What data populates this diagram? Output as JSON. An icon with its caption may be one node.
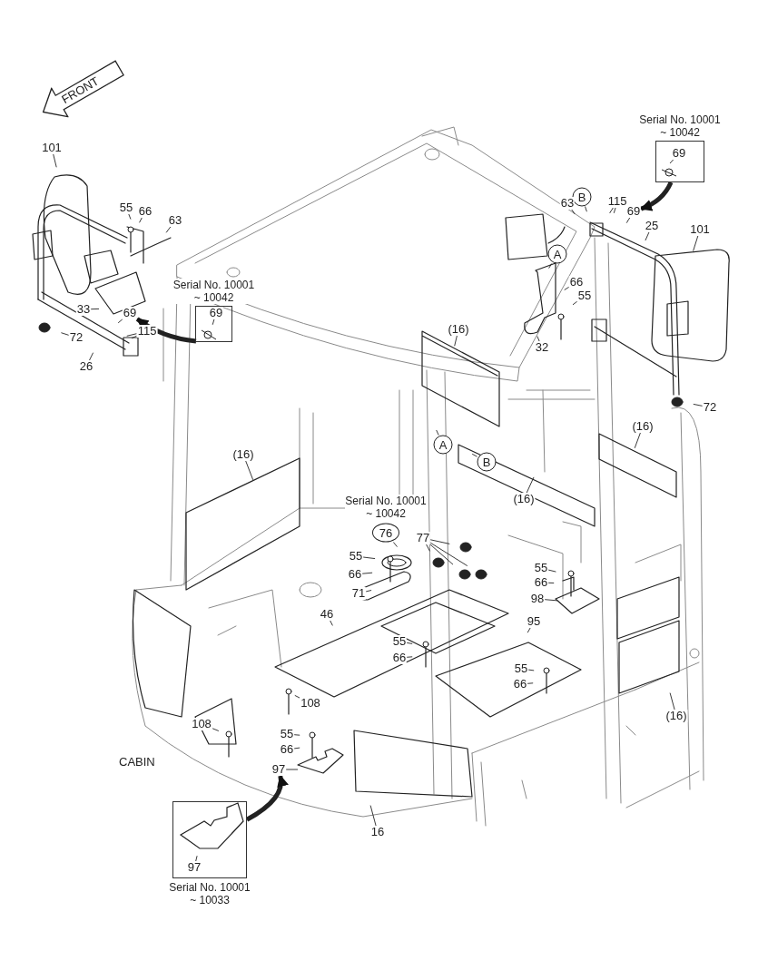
{
  "diagram": {
    "nodes": [
      {
        "text": [
          "FRONT"
        ]
      },
      {
        "text": [
          "Serial No. 10001 ~ 10042"
        ]
      },
      {
        "text": [
          "69"
        ],
        "in": 1
      },
      {
        "text": [
          "101"
        ]
      },
      {
        "text": [
          "B"
        ]
      },
      {
        "text": [
          "63"
        ]
      },
      {
        "text": [
          "115"
        ]
      },
      {
        "text": [
          "55"
        ]
      },
      {
        "text": [
          "66"
        ]
      },
      {
        "text": [
          "69"
        ]
      },
      {
        "text": [
          "63"
        ]
      },
      {
        "text": [
          "25"
        ]
      },
      {
        "text": [
          "101"
        ]
      },
      {
        "text": [
          "A"
        ]
      },
      {
        "text": [
          "66"
        ]
      },
      {
        "text": [
          "Serial No. 10001 ~ 10042"
        ]
      },
      {
        "text": [
          "69"
        ],
        "in": 15
      },
      {
        "text": [
          "55"
        ]
      },
      {
        "text": [
          "33"
        ]
      },
      {
        "text": [
          "69"
        ]
      },
      {
        "text": [
          "115"
        ]
      },
      {
        "text": [
          "(16)"
        ]
      },
      {
        "text": [
          "72"
        ]
      },
      {
        "text": [
          "32"
        ]
      },
      {
        "text": [
          "26"
        ]
      },
      {
        "text": [
          "72"
        ]
      },
      {
        "text": [
          "(16)"
        ]
      },
      {
        "text": [
          "A"
        ]
      },
      {
        "text": [
          "(16)"
        ]
      },
      {
        "text": [
          "B"
        ]
      },
      {
        "text": [
          "(16)"
        ]
      },
      {
        "text": [
          "76"
        ],
        "beside": [
          "Serial No. 10001 ~ 10042"
        ]
      },
      {
        "text": [
          "77"
        ]
      },
      {
        "text": [
          "55"
        ]
      },
      {
        "text": [
          "55"
        ]
      },
      {
        "text": [
          "66"
        ]
      },
      {
        "text": [
          "66"
        ]
      },
      {
        "text": [
          "71"
        ]
      },
      {
        "text": [
          "98"
        ]
      },
      {
        "text": [
          "46"
        ]
      },
      {
        "text": [
          "95"
        ]
      },
      {
        "text": [
          "55"
        ]
      },
      {
        "text": [
          "66"
        ]
      },
      {
        "text": [
          "55"
        ]
      },
      {
        "text": [
          "66"
        ]
      },
      {
        "text": [
          "108"
        ]
      },
      {
        "text": [
          "(16)"
        ]
      },
      {
        "text": [
          "108"
        ]
      },
      {
        "text": [
          "55"
        ]
      },
      {
        "text": [
          "66"
        ]
      },
      {
        "text": [
          "97"
        ]
      },
      {
        "text": [
          "Serial No. 10001 ~ 10033"
        ]
      },
      {
        "text": [
          "97"
        ],
        "in": 51
      },
      {
        "text": [
          "16"
        ]
      }
    ],
    "edges": [
      {
        "from": 1,
        "to": 9,
        "arrow": "to",
        "style": "thick"
      },
      {
        "from": 2,
        "to": null,
        "arrow": "none"
      },
      {
        "from": 3,
        "to": null,
        "arrow": "none"
      },
      {
        "from": 4,
        "to": null,
        "arrow": "none"
      },
      {
        "from": 5,
        "to": null,
        "arrow": "none"
      },
      {
        "from": 6,
        "to": null,
        "arrow": "none"
      },
      {
        "from": 6,
        "to": null,
        "arrow": "none"
      },
      {
        "from": 7,
        "to": null,
        "arrow": "none"
      },
      {
        "from": 8,
        "to": null,
        "arrow": "none"
      },
      {
        "from": 9,
        "to": null,
        "arrow": "none"
      },
      {
        "from": 10,
        "to": null,
        "arrow": "none"
      },
      {
        "from": 11,
        "to": null,
        "arrow": "none"
      },
      {
        "from": 12,
        "to": null,
        "arrow": "none"
      },
      {
        "from": 13,
        "to": null,
        "arrow": "none"
      },
      {
        "from": 14,
        "to": null,
        "arrow": "none"
      },
      {
        "from": 15,
        "to": 19,
        "arrow": "to",
        "style": "thick"
      },
      {
        "from": 16,
        "to": null,
        "arrow": "none"
      },
      {
        "from": 17,
        "to": null,
        "arrow": "none"
      },
      {
        "from": 18,
        "to": null,
        "arrow": "none"
      },
      {
        "from": 19,
        "to": null,
        "arrow": "none"
      },
      {
        "from": 20,
        "to": null,
        "arrow": "none"
      },
      {
        "from": 20,
        "to": null,
        "arrow": "none"
      },
      {
        "from": 21,
        "to": null,
        "arrow": "none"
      },
      {
        "from": 22,
        "to": null,
        "arrow": "none"
      },
      {
        "from": 23,
        "to": null,
        "arrow": "none"
      },
      {
        "from": 24,
        "to": null,
        "arrow": "none"
      },
      {
        "from": 25,
        "to": null,
        "arrow": "none"
      },
      {
        "from": 26,
        "to": null,
        "arrow": "none"
      },
      {
        "from": 27,
        "to": null,
        "arrow": "none"
      },
      {
        "from": 28,
        "to": null,
        "arrow": "none"
      },
      {
        "from": 29,
        "to": null,
        "arrow": "none"
      },
      {
        "from": 30,
        "to": null,
        "arrow": "none"
      },
      {
        "from": 31,
        "to": null,
        "arrow": "none"
      },
      {
        "from": 32,
        "to": null,
        "arrow": "none"
      },
      {
        "from": 32,
        "to": null,
        "arrow": "none"
      },
      {
        "from": 32,
        "to": null,
        "arrow": "none"
      },
      {
        "from": 32,
        "to": null,
        "arrow": "none"
      },
      {
        "from": 33,
        "to": null,
        "arrow": "none"
      },
      {
        "from": 34,
        "to": null,
        "arrow": "none"
      },
      {
        "from": 35,
        "to": null,
        "arrow": "none"
      },
      {
        "from": 36,
        "to": null,
        "arrow": "none"
      },
      {
        "from": 37,
        "to": null,
        "arrow": "none"
      },
      {
        "from": 38,
        "to": null,
        "arrow": "none"
      },
      {
        "from": 39,
        "to": null,
        "arrow": "none"
      },
      {
        "from": 40,
        "to": null,
        "arrow": "none"
      },
      {
        "from": 41,
        "to": null,
        "arrow": "none"
      },
      {
        "from": 42,
        "to": null,
        "arrow": "none"
      },
      {
        "from": 43,
        "to": null,
        "arrow": "none"
      },
      {
        "from": 44,
        "to": null,
        "arrow": "none"
      },
      {
        "from": 45,
        "to": null,
        "arrow": "none"
      },
      {
        "from": 46,
        "to": null,
        "arrow": "none"
      },
      {
        "from": 47,
        "to": null,
        "arrow": "none"
      },
      {
        "from": 48,
        "to": null,
        "arrow": "none"
      },
      {
        "from": 49,
        "to": null,
        "arrow": "none"
      },
      {
        "from": 50,
        "to": null,
        "arrow": "none"
      },
      {
        "from": 51,
        "to": 50,
        "arrow": "to",
        "style": "thick"
      },
      {
        "from": 52,
        "to": null,
        "arrow": "none"
      },
      {
        "from": 53,
        "to": null,
        "arrow": "none"
      }
    ],
    "labels": [
      "CABIN"
    ]
  }
}
